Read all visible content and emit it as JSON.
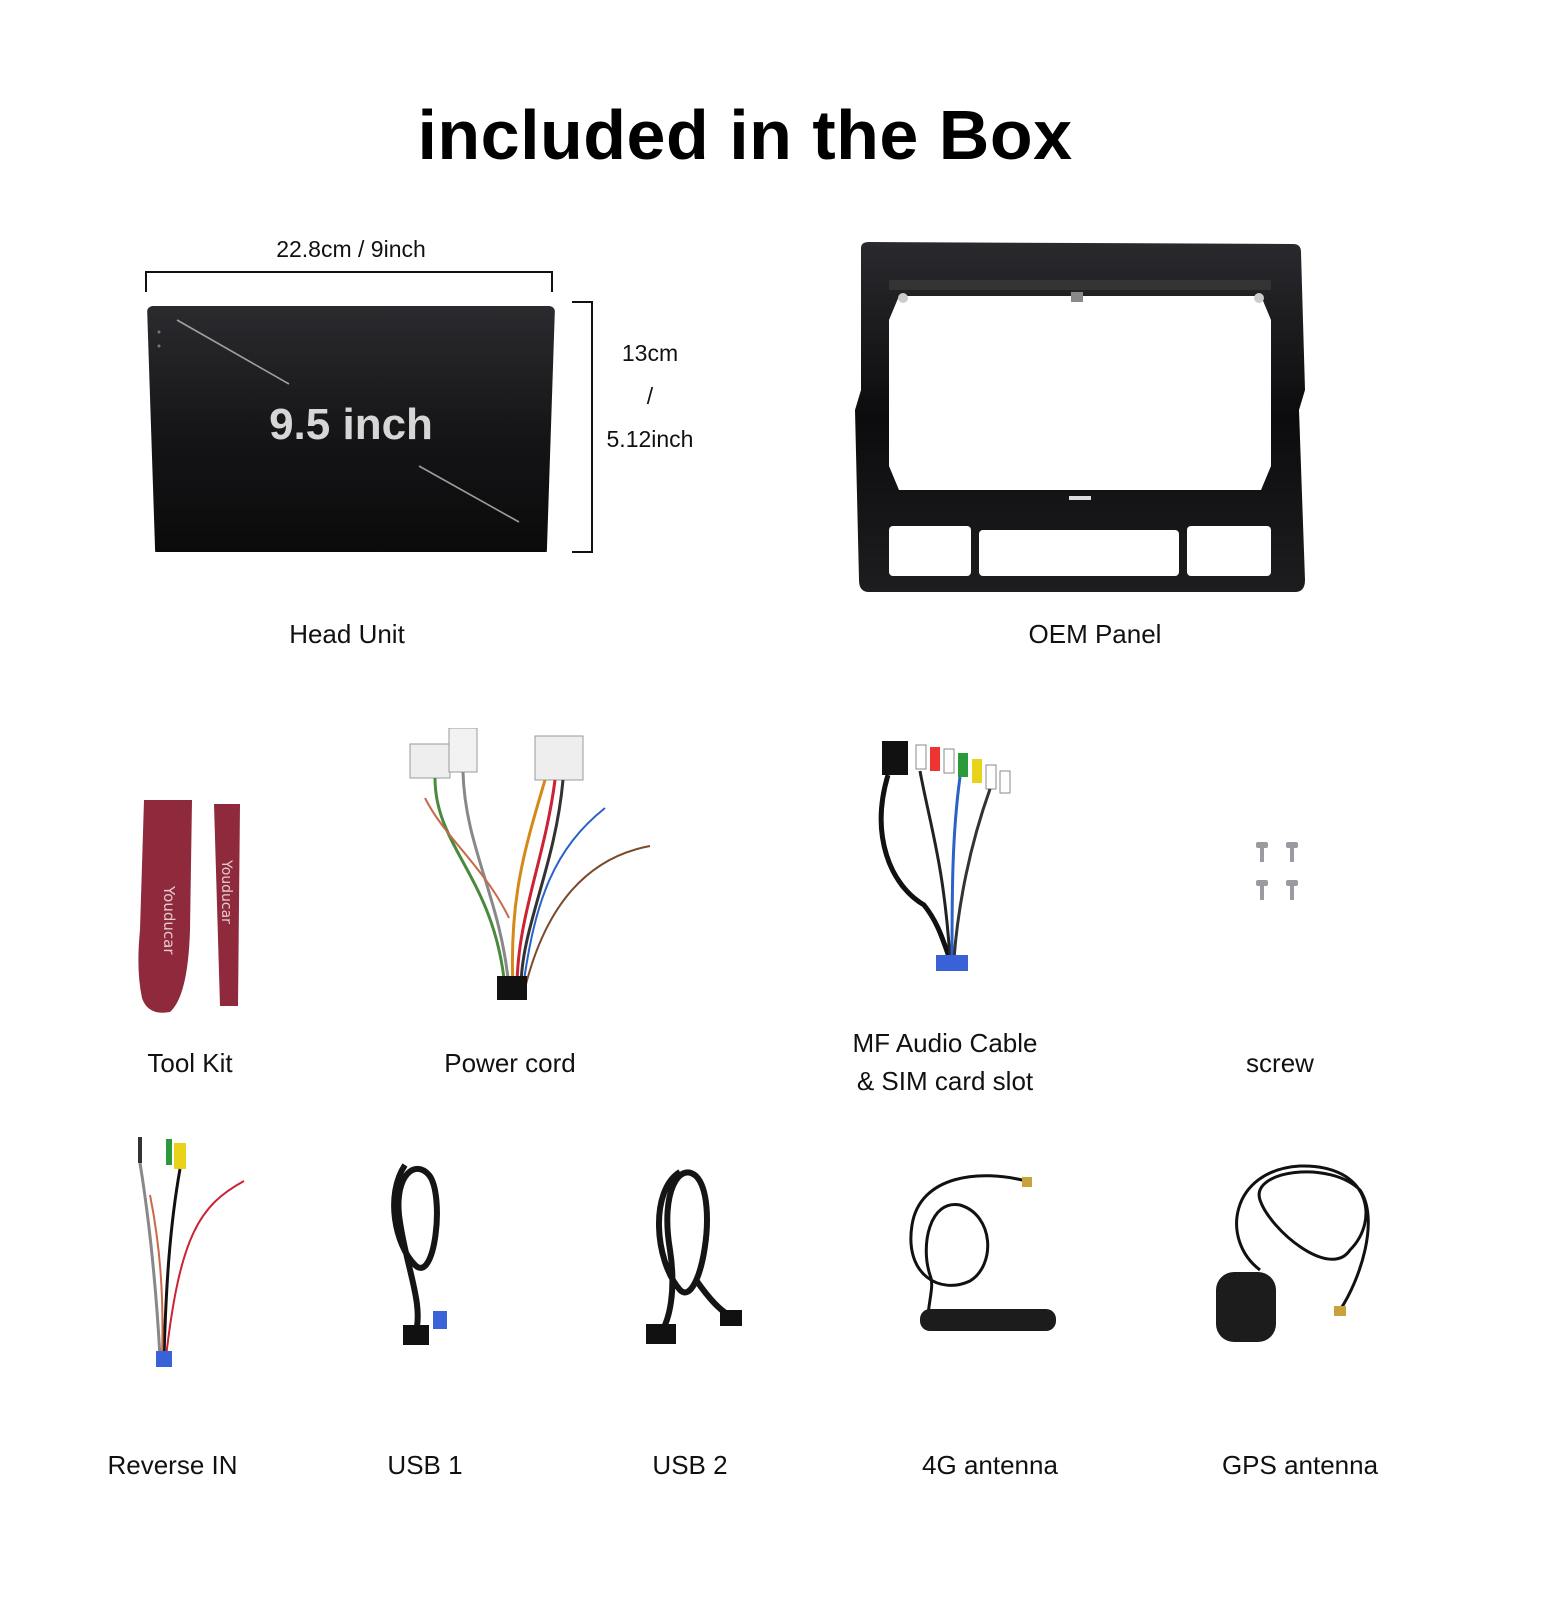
{
  "title": "included in the Box",
  "head_unit": {
    "screen_size": "9.5 inch",
    "width": "22.8cm / 9inch",
    "height_cm": "13cm",
    "height_sep": "/",
    "height_in": "5.12inch",
    "label": "Head Unit"
  },
  "oem_panel": {
    "label": "OEM Panel"
  },
  "items_row2": [
    {
      "label": "Tool Kit",
      "brand": "Youducar"
    },
    {
      "label": "Power cord"
    },
    {
      "label_line1": "MF Audio Cable",
      "label_line2": "& SIM card slot"
    },
    {
      "label": "screw"
    }
  ],
  "items_row3": [
    {
      "label": "Reverse IN"
    },
    {
      "label": "USB 1"
    },
    {
      "label": "USB 2"
    },
    {
      "label": "4G antenna"
    },
    {
      "label": "GPS antenna"
    }
  ],
  "colors": {
    "tool_red": "#8e2a3c",
    "connector_blue": "#3a62d8",
    "panel_black": "#0c0c0e"
  }
}
